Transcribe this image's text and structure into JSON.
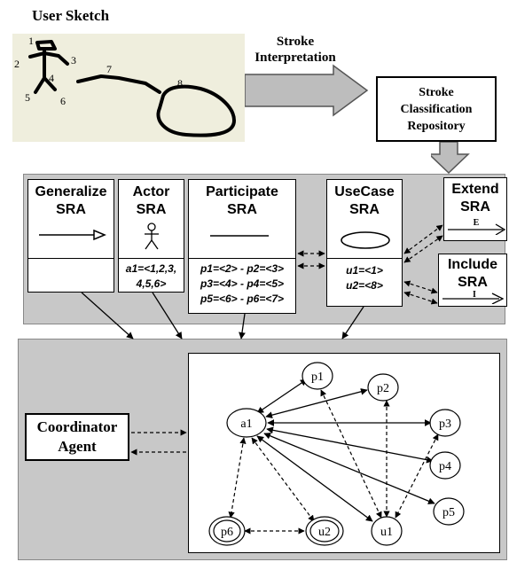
{
  "title": "User Sketch",
  "sketch": {
    "stroke_numbers": [
      "1",
      "2",
      "3",
      "4",
      "5",
      "6",
      "7",
      "8"
    ]
  },
  "interpretation_label": [
    "Stroke",
    "Interpretation"
  ],
  "repository_label": [
    "Stroke",
    "Classification",
    "Repository"
  ],
  "sras": {
    "generalize": {
      "title": [
        "Generalize",
        "SRA"
      ]
    },
    "actor": {
      "title": [
        "Actor",
        "SRA"
      ],
      "text": [
        "a1=<1,2,3,",
        "4,5,6>"
      ]
    },
    "participate": {
      "title": [
        "Participate",
        "SRA"
      ],
      "text": [
        "p1=<2> - p2=<3>",
        "p3=<4> - p4=<5>",
        "p5=<6> - p6=<7>"
      ]
    },
    "usecase": {
      "title": [
        "UseCase",
        "SRA"
      ],
      "text": [
        "u1=<1>",
        "u2=<8>"
      ]
    },
    "extend": {
      "title": [
        "Extend",
        "SRA"
      ],
      "glyph": "E"
    },
    "include": {
      "title": [
        "Include",
        "SRA"
      ],
      "glyph": "I"
    }
  },
  "coordinator_label": [
    "Coordinator",
    "Agent"
  ],
  "graph_nodes": {
    "a1": "a1",
    "p1": "p1",
    "p2": "p2",
    "p3": "p3",
    "p4": "p4",
    "p5": "p5",
    "p6": "p6",
    "u1": "u1",
    "u2": "u2"
  }
}
